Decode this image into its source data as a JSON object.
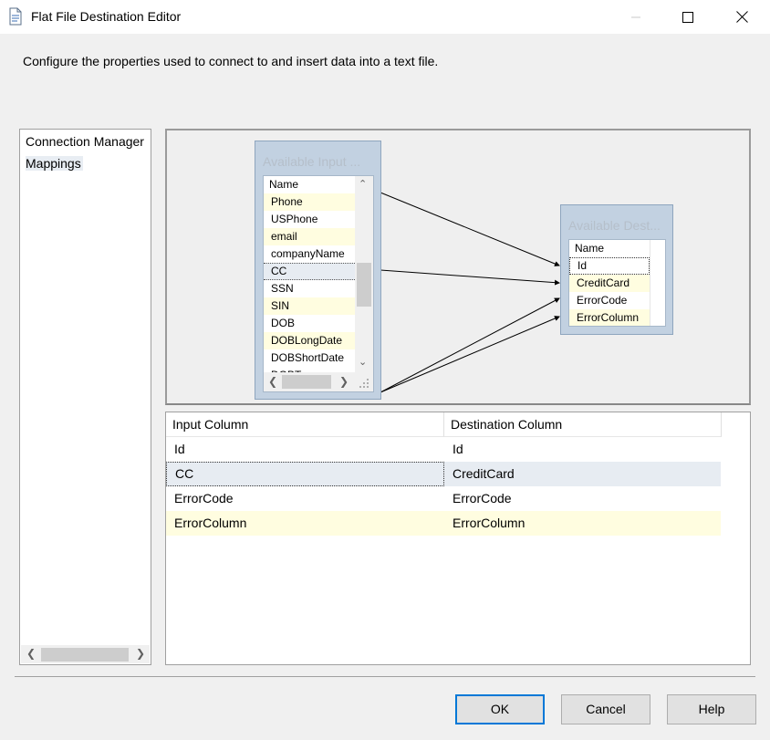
{
  "window": {
    "title": "Flat File Destination Editor",
    "icons": [
      "file-icon",
      "minimize-icon",
      "maximize-icon",
      "close-icon"
    ]
  },
  "description": "Configure the properties used to connect to and insert data into a text file.",
  "nav": {
    "items": [
      {
        "label": "Connection Manager"
      },
      {
        "label": "Mappings"
      }
    ],
    "selected": "Mappings"
  },
  "input_box": {
    "title": "Available Input ...",
    "header": "Name",
    "columns": [
      "Phone",
      "USPhone",
      "email",
      "companyName",
      "CC",
      "SSN",
      "SIN",
      "DOB",
      "DOBLongDate",
      "DOBShortDate",
      "DOBT..."
    ]
  },
  "dest_box": {
    "title": "Available Dest...",
    "header": "Name",
    "columns": [
      "Id",
      "CreditCard",
      "ErrorCode",
      "ErrorColumn"
    ]
  },
  "grid": {
    "headers": [
      "Input Column",
      "Destination Column"
    ],
    "rows": [
      {
        "input": "Id",
        "destination": "Id"
      },
      {
        "input": "CC",
        "destination": "CreditCard"
      },
      {
        "input": "ErrorCode",
        "destination": "ErrorCode"
      },
      {
        "input": "ErrorColumn",
        "destination": "ErrorColumn"
      }
    ]
  },
  "buttons": {
    "ok": "OK",
    "cancel": "Cancel",
    "help": "Help"
  }
}
